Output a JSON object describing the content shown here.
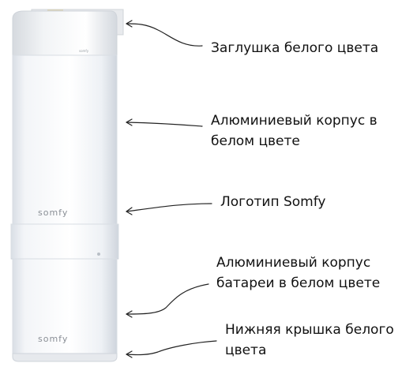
{
  "callouts": {
    "cap": {
      "lines": [
        "Заглушка белого цвета"
      ]
    },
    "body": {
      "lines": [
        "Алюминиевый корпус в",
        "белом цвете"
      ]
    },
    "logo": {
      "lines": [
        "Логотип Somfy"
      ]
    },
    "battery": {
      "lines": [
        "Алюминиевый корпус",
        "батареи в белом цвете"
      ]
    },
    "bottom": {
      "lines": [
        "Нижняя крышка белого",
        "цвета"
      ]
    }
  },
  "product": {
    "logo_upper": "somfy",
    "logo_lower": "somfy",
    "cap_print": "somfy"
  },
  "colors": {
    "tube": "#f4f6f9",
    "tube_shadow": "#dfe4ea",
    "cap": "#eef0f2",
    "arrow": "#222222",
    "text": "#111111"
  }
}
